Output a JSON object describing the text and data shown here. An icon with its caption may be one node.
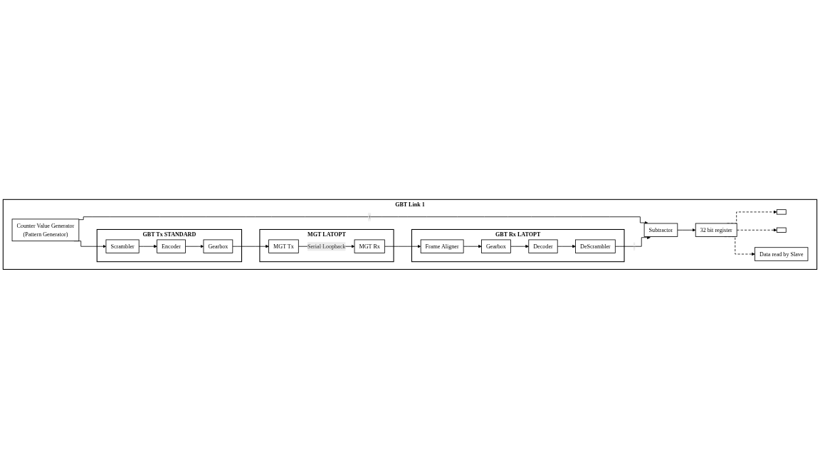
{
  "diagram": {
    "nodes": [
      {
        "text": [
          "GBT Link 1"
        ]
      },
      {
        "text": [
          "Counter Value Generator",
          "(Pattern Generator)"
        ],
        "in": 0
      },
      {
        "text": [
          "GBT Tx STANDARD"
        ],
        "in": 0
      },
      {
        "text": [
          "Scrambler"
        ],
        "in": 2
      },
      {
        "text": [
          "Encoder"
        ],
        "in": 2
      },
      {
        "text": [
          "Gearbox"
        ],
        "in": 2
      },
      {
        "text": [
          "MGT LATOPT"
        ],
        "in": 0
      },
      {
        "text": [
          "MGT Tx"
        ],
        "in": 6
      },
      {
        "text": [
          "MGT Rx"
        ],
        "in": 6
      },
      {
        "text": [
          "GBT Rx LATOPT"
        ],
        "in": 0
      },
      {
        "text": [
          "DeScrambler"
        ],
        "in": 9
      },
      {
        "text": [
          "Decoder"
        ],
        "in": 9
      },
      {
        "text": [
          "Gearbox"
        ],
        "in": 9
      },
      {
        "text": [
          "Frame Aligner"
        ],
        "in": 9
      },
      {
        "text": [
          "Subtractor"
        ],
        "in": 0
      },
      {
        "text": [
          "32 bit register"
        ],
        "in": 0
      },
      {
        "text": [],
        "shape": "box",
        "in": 0
      },
      {
        "text": [],
        "shape": "box",
        "in": 0
      },
      {
        "text": [
          "Data read by Slave"
        ],
        "in": 0
      }
    ],
    "edges": [
      {
        "from": 1,
        "to": 3,
        "arrow": "to"
      },
      {
        "from": 1,
        "to": 14,
        "arrow": "to",
        "label": "+"
      },
      {
        "from": 3,
        "to": 4,
        "arrow": "to"
      },
      {
        "from": 4,
        "to": 5,
        "arrow": "to"
      },
      {
        "from": 5,
        "to": 7,
        "arrow": "to"
      },
      {
        "from": 7,
        "to": 8,
        "arrow": "to",
        "label": "Serial Loopback"
      },
      {
        "from": 8,
        "to": 13,
        "arrow": "to"
      },
      {
        "from": 13,
        "to": 12,
        "arrow": "to"
      },
      {
        "from": 12,
        "to": 11,
        "arrow": "to"
      },
      {
        "from": 11,
        "to": 10,
        "arrow": "to"
      },
      {
        "from": 10,
        "to": 14,
        "arrow": "to",
        "label": "-"
      },
      {
        "from": 14,
        "to": 15,
        "arrow": "to"
      },
      {
        "from": 15,
        "to": 16,
        "arrow": "to",
        "style": "dashed"
      },
      {
        "from": 15,
        "to": 17,
        "arrow": "to",
        "style": "dashed"
      },
      {
        "from": 15,
        "to": 18,
        "arrow": "to",
        "style": "dashed"
      }
    ]
  }
}
